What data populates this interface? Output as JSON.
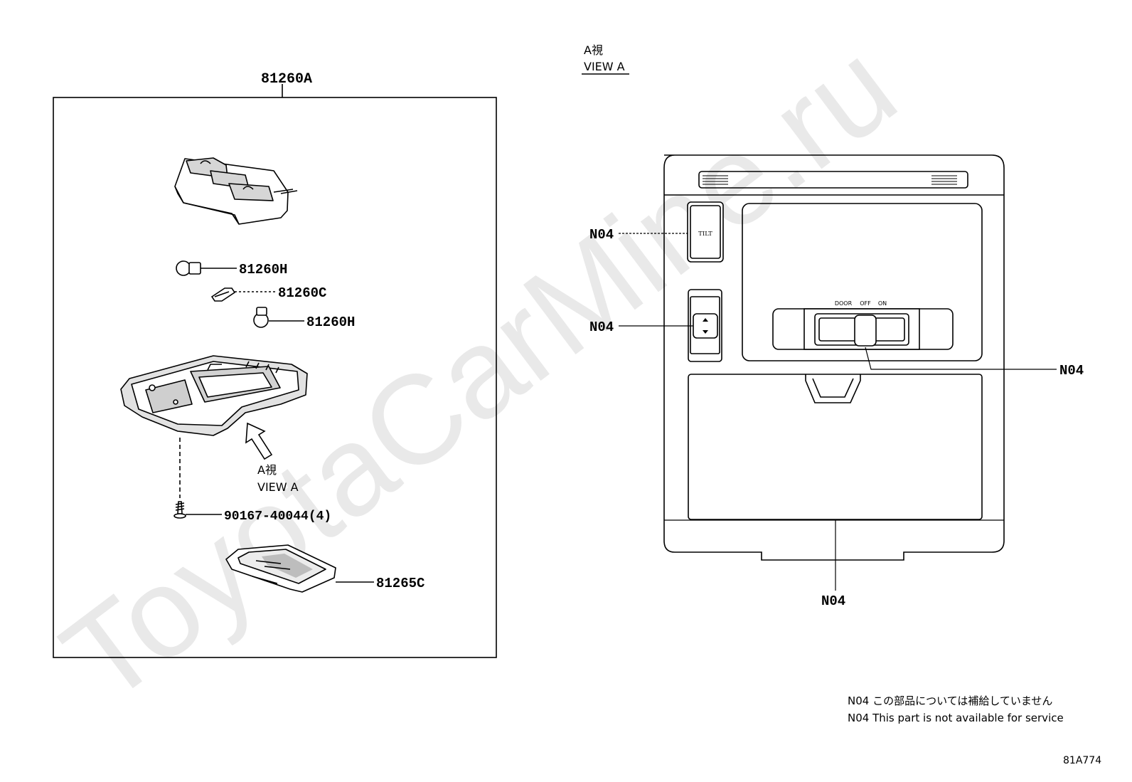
{
  "watermark": "ToyotaCarMine.ru",
  "assembly": {
    "label": "81260A"
  },
  "parts": {
    "bulb_large_top": "81260H",
    "bulb_festoon": "81260C",
    "bulb_large_bottom": "81260H",
    "screw": "90167-40044(4)",
    "lens_cover": "81265C"
  },
  "view_arrow": {
    "line1": "A視",
    "line2": "VIEW A"
  },
  "view_title": {
    "line1": "A視",
    "line2": "VIEW A"
  },
  "console": {
    "tilt_label": "TILT",
    "switch_positions": [
      "DOOR",
      "OFF",
      "ON"
    ]
  },
  "callouts": {
    "tilt_switch": "N04",
    "up_down_switch": "N04",
    "lamp_switch": "N04",
    "sunglass_holder": "N04"
  },
  "notes": {
    "line1": "N04 この部品については補給していません",
    "line2": "N04 This part is not available for service"
  },
  "figure_id": "81A774"
}
